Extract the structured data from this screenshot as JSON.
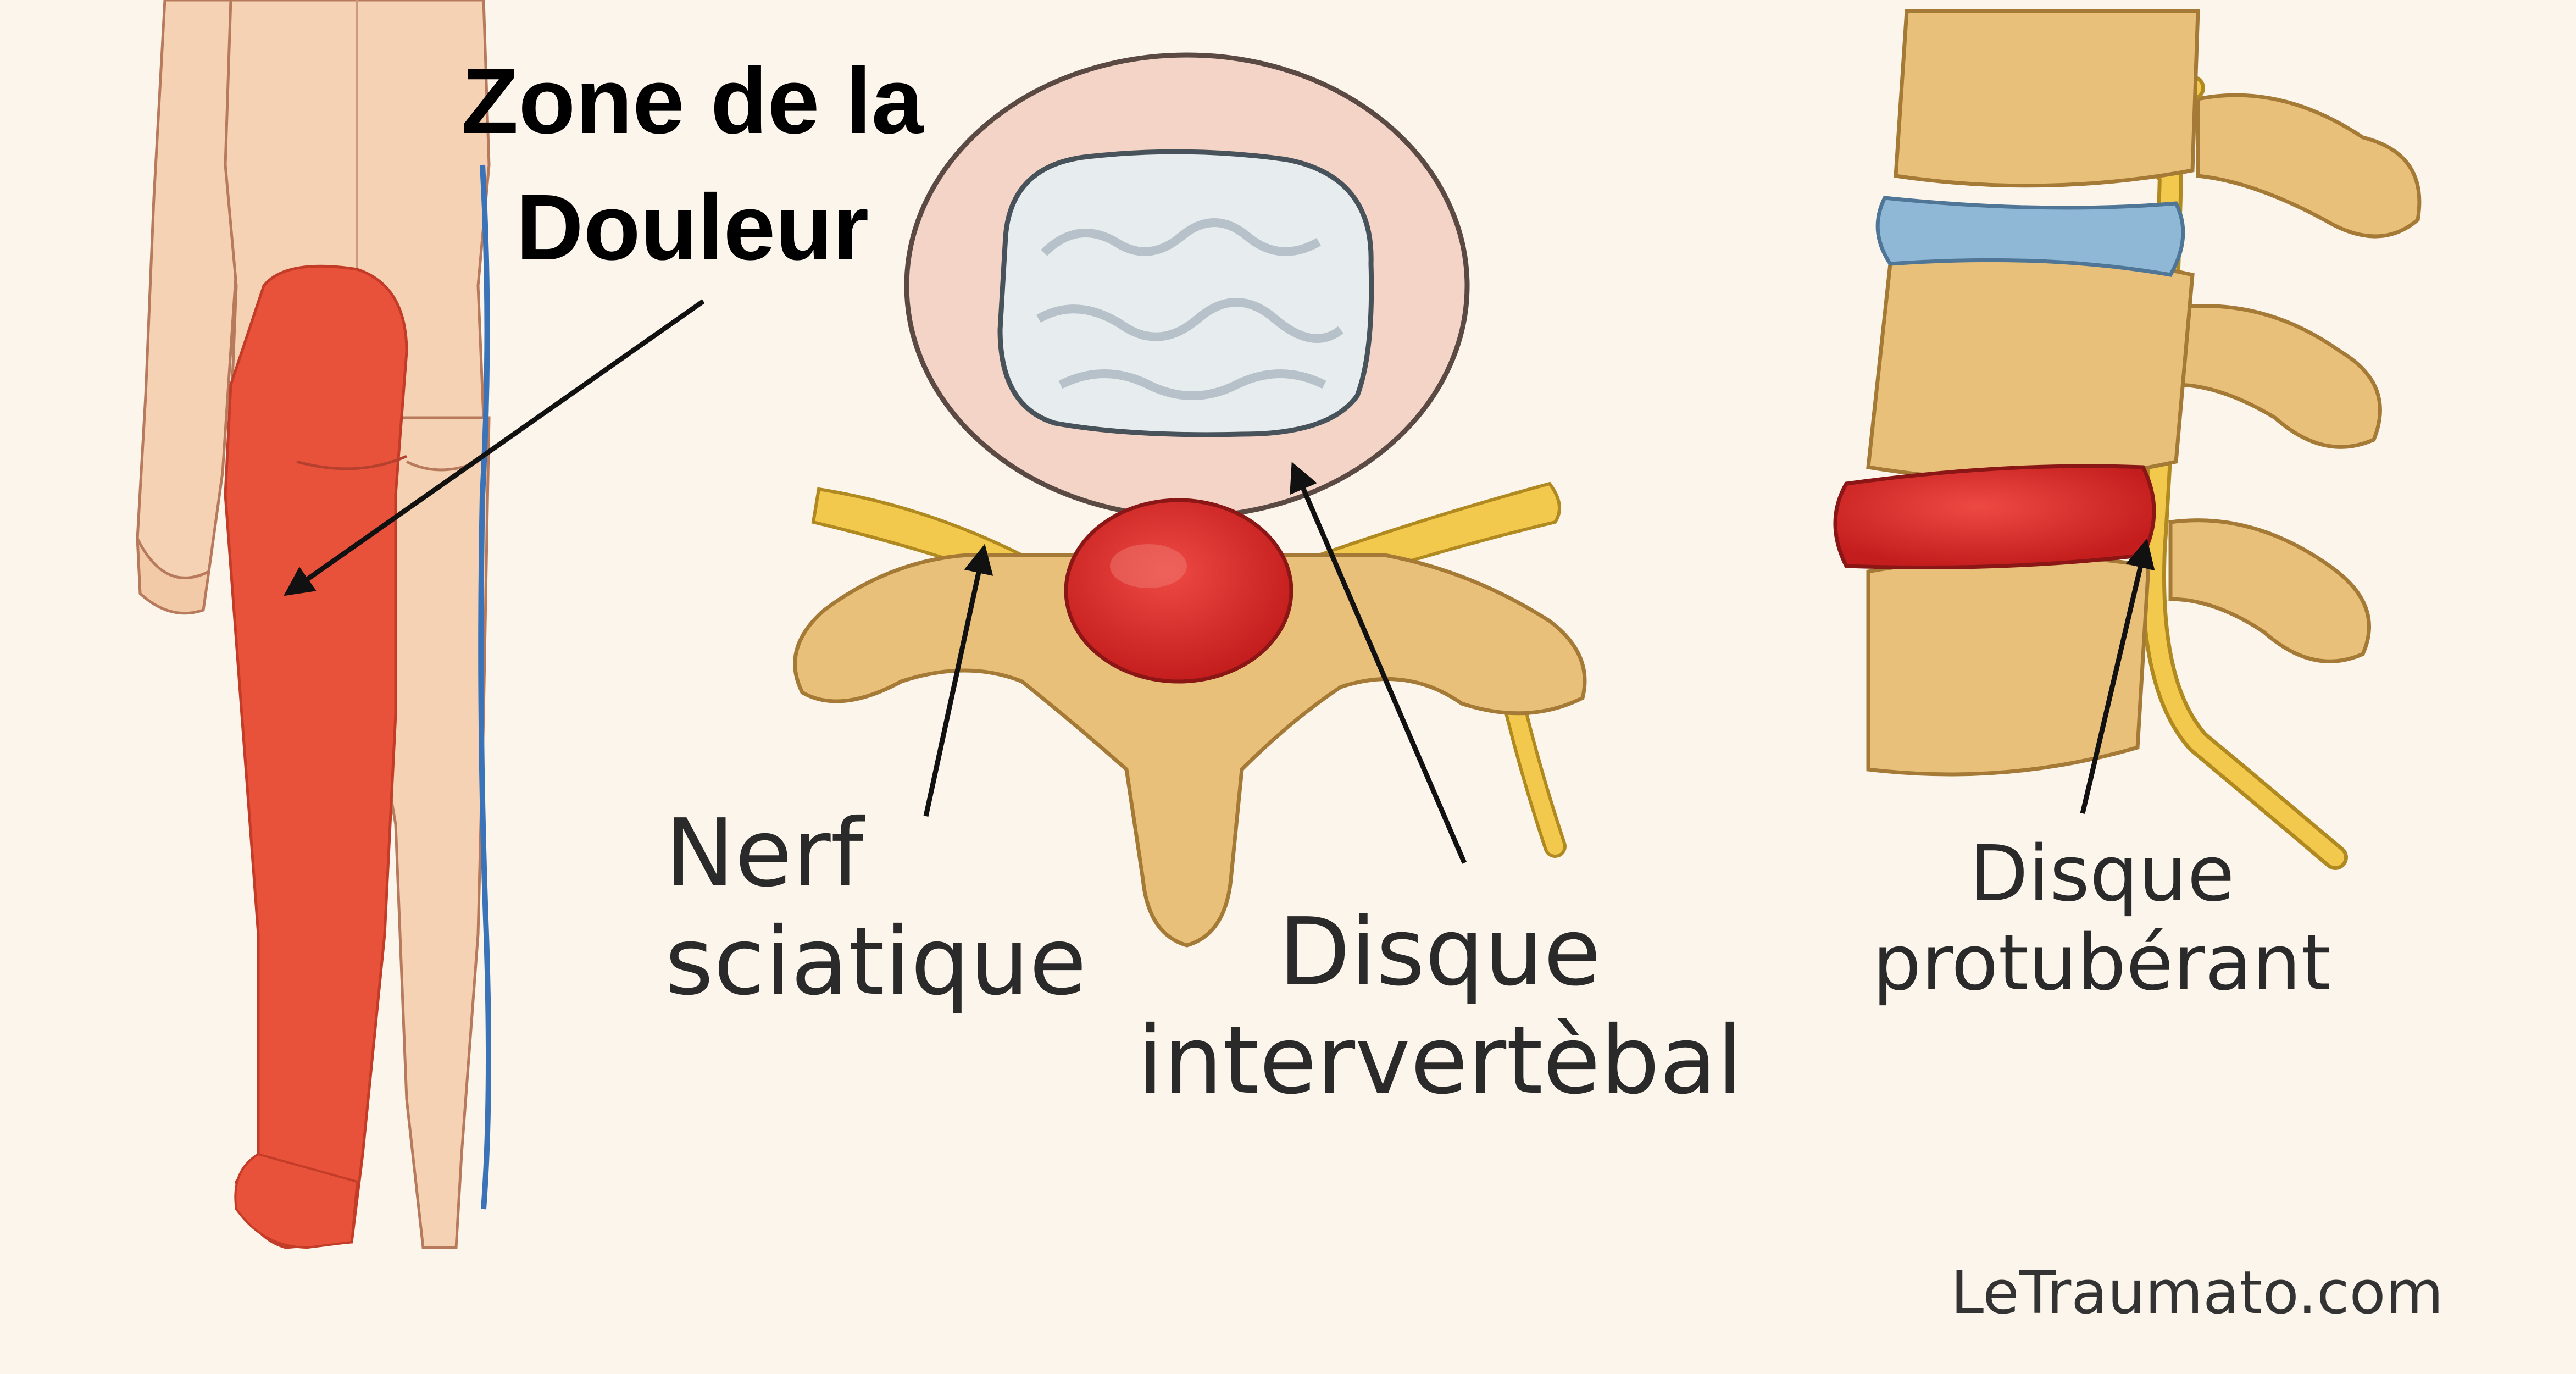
{
  "title": {
    "line1": "Zone de la",
    "line2": "Douleur"
  },
  "labels": {
    "nerve": {
      "line1": "Nerf",
      "line2": "sciatique"
    },
    "disc": {
      "line1": "Disque",
      "line2": "intervertèbal"
    },
    "bulge": {
      "line1": "Disque",
      "line2": "protubérant"
    }
  },
  "brand": "LeTraumato.com",
  "colors": {
    "background": "#fbf5ec",
    "pain": "#e8513a",
    "nerve": "#f2c94c",
    "bone": "#e8c07a",
    "disc_herniation": "#d92c2c",
    "healthy_disc": "#8fb8d6"
  }
}
